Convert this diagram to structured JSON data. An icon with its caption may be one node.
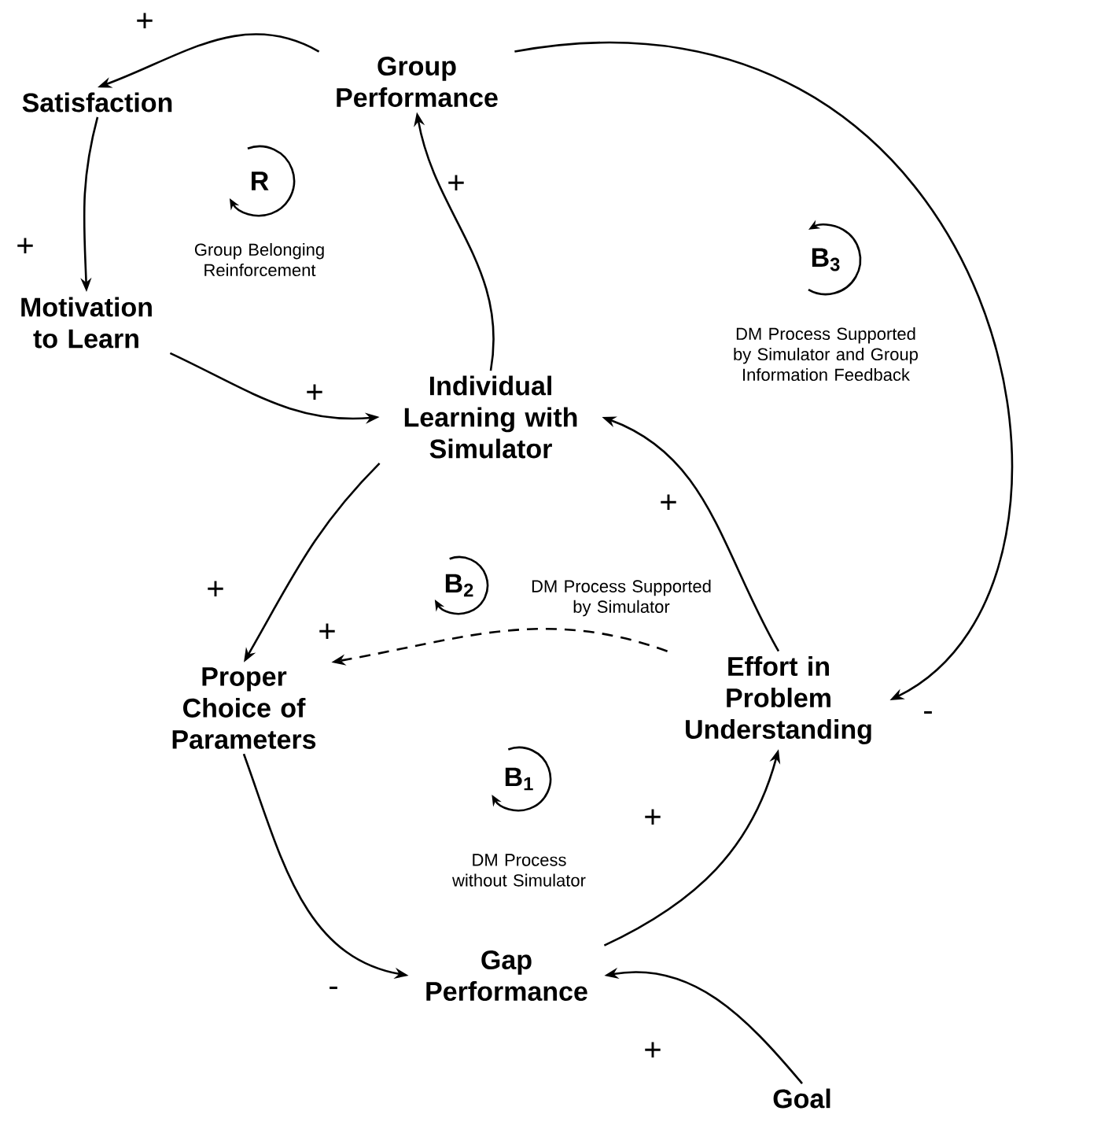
{
  "diagram": {
    "nodes": [
      {
        "text": [
          "Satisfaction"
        ]
      },
      {
        "text": [
          "Group Performance"
        ]
      },
      {
        "text": [
          "Motivation to Learn"
        ]
      },
      {
        "text": [
          "Individual Learning with Simulator"
        ]
      },
      {
        "text": [
          "Proper Choice of Parameters"
        ]
      },
      {
        "text": [
          "Effort in Problem Understanding"
        ]
      },
      {
        "text": [
          "Gap Performance"
        ]
      },
      {
        "text": [
          "Goal"
        ]
      }
    ],
    "edges": [
      {
        "from": 1,
        "to": 0,
        "arrow": "to",
        "label": "+"
      },
      {
        "from": 0,
        "to": 2,
        "arrow": "to",
        "label": "+"
      },
      {
        "from": 2,
        "to": 3,
        "arrow": "to",
        "label": "+"
      },
      {
        "from": 3,
        "to": 1,
        "arrow": "to",
        "label": "+"
      },
      {
        "from": 1,
        "to": 5,
        "arrow": "to",
        "label": "-"
      },
      {
        "from": 5,
        "to": 3,
        "arrow": "to",
        "label": "+"
      },
      {
        "from": 3,
        "to": 4,
        "arrow": "to",
        "label": "+"
      },
      {
        "from": 5,
        "to": 4,
        "arrow": "to",
        "label": "+",
        "style": "dashed"
      },
      {
        "from": 4,
        "to": 6,
        "arrow": "to",
        "label": "-"
      },
      {
        "from": 6,
        "to": 5,
        "arrow": "to",
        "label": "+"
      },
      {
        "from": 7,
        "to": 6,
        "arrow": "to",
        "label": "+"
      }
    ],
    "labels": [
      "R",
      "Group Belonging Reinforcement",
      "B$_{3}$",
      "DM Process Supported by Simulator and Group Information Feedback",
      "B$_{2}$",
      "DM Process Supported by Simulator",
      "B$_{1}$",
      "DM Process without Simulator"
    ]
  }
}
